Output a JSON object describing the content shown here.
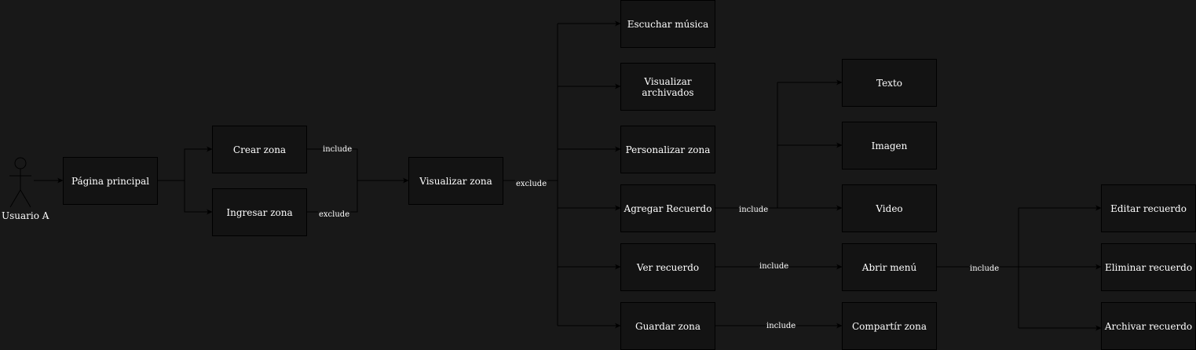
{
  "actor": {
    "name": "Usuario A"
  },
  "nodes": {
    "pagina_principal": "Página principal",
    "crear_zona": "Crear zona",
    "ingresar_zona": "Ingresar zona",
    "visualizar_zona": "Visualizar zona",
    "escuchar_musica": "Escuchar música",
    "visualizar_archivados": "Visualizar archivados",
    "personalizar_zona": "Personalizar zona",
    "agregar_recuerdo": "Agregar Recuerdo",
    "ver_recuerdo": "Ver recuerdo",
    "guardar_zona": "Guardar zona",
    "texto": "Texto",
    "imagen": "Imagen",
    "video": "Video",
    "abrir_menu": "Abrir menú",
    "compartir_zona": "Compartír zona",
    "editar_recuerdo": "Editar recuerdo",
    "eliminar_recuerdo": "Eliminar recuerdo",
    "archivar_recuerdo": "Archivar recuerdo"
  },
  "edge_labels": {
    "crear_include": "include",
    "ingresar_exclude": "exclude",
    "visualizar_exclude": "exclude",
    "agregar_include": "include",
    "ver_include": "include",
    "guardar_include": "include",
    "menu_include": "include"
  },
  "colors": {
    "background": "#181818",
    "box_fill": "#131313",
    "box_border": "#000000",
    "text": "#ffffff",
    "line": "#000000"
  }
}
